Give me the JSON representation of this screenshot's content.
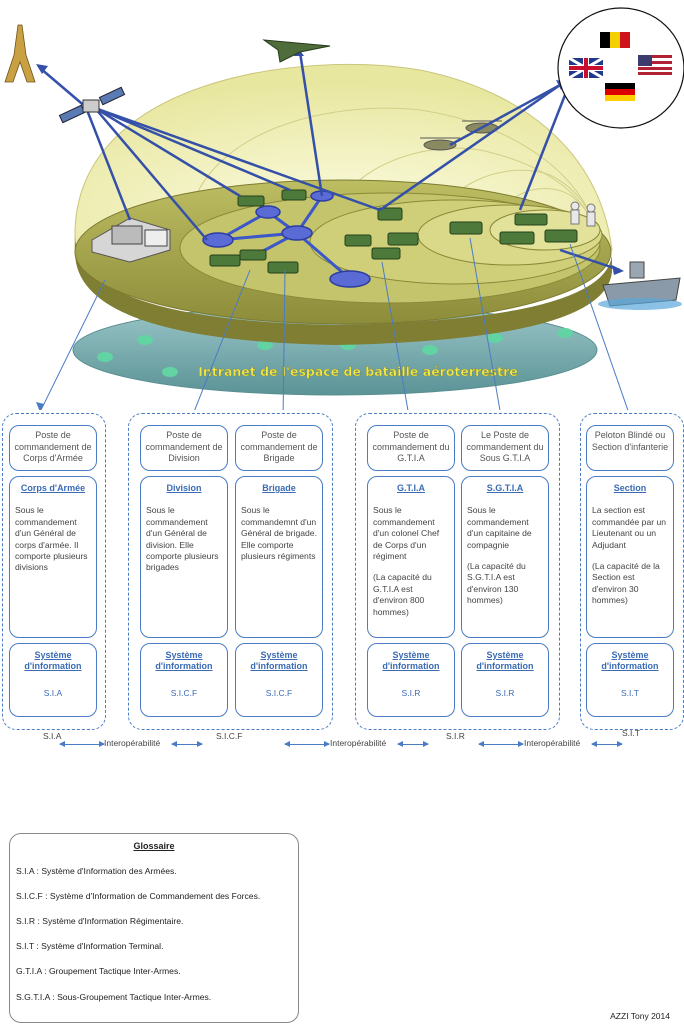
{
  "banner": "Intranet de l'espace de bataille aéroterrestre",
  "columns": [
    {
      "header": "Poste de commandement de Corps d'Armée",
      "title": "Corps d'Armée",
      "desc": "Sous le commandement d'un Général de corps d'armée. Il comporte plusieurs divisions",
      "note": "",
      "sys_label": "Système d'information",
      "sys_code": "S.I.A"
    },
    {
      "header": "Poste de commandement de Division",
      "title": "Division",
      "desc": "Sous le commandement d'un Général de division. Elle comporte plusieurs brigades",
      "note": "",
      "sys_label": "Système d'information",
      "sys_code": "S.I.C.F"
    },
    {
      "header": "Poste de commandement de Brigade",
      "title": "Brigade",
      "desc": "Sous le commandemnt d'un Général de brigade. Elle comporte plusieurs régiments",
      "note": "",
      "sys_label": "Système d'information",
      "sys_code": "S.I.C.F"
    },
    {
      "header": "Poste de commandement du G.T.I.A",
      "title": "G.T.I.A",
      "desc": "Sous le commandement d'un colonel Chef de Corps d'un régiment",
      "note": "(La capacité du G.T.I.A est d'environ 800 hommes)",
      "sys_label": "Système d'information",
      "sys_code": "S.I.R"
    },
    {
      "header": "Le Poste de commandement du Sous G.T.I.A",
      "title": "S.G.T.I.A",
      "desc": "Sous le commandement d'un capitaine de compagnie",
      "note": "(La capacité du S.G.T.I.A est d'environ 130 hommes)",
      "sys_label": "Système d'information",
      "sys_code": "S.I.R"
    },
    {
      "header": "Peloton Blindé ou Section d'infanterie",
      "title": "Section",
      "desc": "La section est commandée par un Lieutenant ou un Adjudant",
      "note": "(La capacité de la Section est d'environ 30 hommes)",
      "sys_label": "Système d'information",
      "sys_code": "S.I.T"
    }
  ],
  "group_labels": [
    "S.I.A",
    "S.I.C.F",
    "S.I.R",
    "S.I.T"
  ],
  "interop_label": "Interopérabilité",
  "glossary": {
    "title": "Glossaire",
    "items": [
      "S.I.A : Système d'Information des Armées.",
      "S.I.C.F : Système d'Information de Commandement des Forces.",
      "S.I.R : Système d'Information Régimentaire.",
      "S.I.T : Système d'Information Terminal.",
      "G.T.I.A : Groupement Tactique Inter-Armes.",
      "S.G.T.I.A : Sous-Groupement Tactique Inter-Armes."
    ]
  },
  "author": "AZZI Tony 2014",
  "colors": {
    "accent": "#4a7cc4",
    "banner_text": "#f2e84a",
    "dome": "#f1f0b8",
    "disk": "#a9a84e",
    "base": "#7fb0b3"
  }
}
